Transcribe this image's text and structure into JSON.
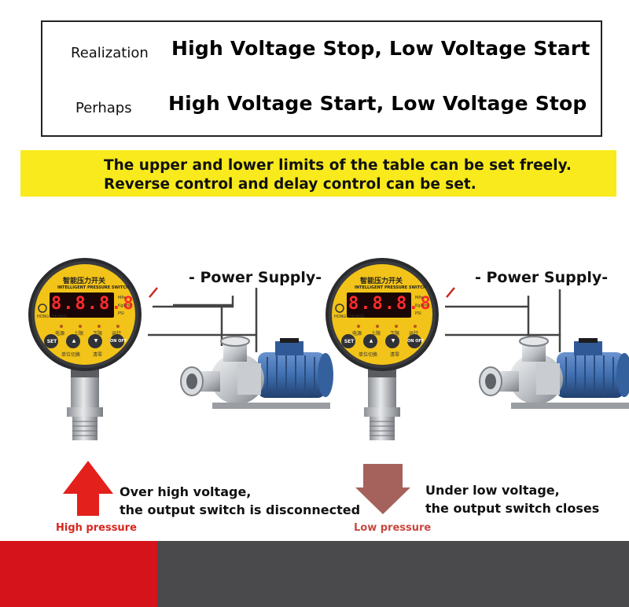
{
  "modes": [
    {
      "label": "Realization",
      "value": "High Voltage Stop, Low Voltage Start"
    },
    {
      "label": "Perhaps",
      "value": "High Voltage Start, Low Voltage Stop"
    }
  ],
  "banner": {
    "line1": "The upper and lower limits of the table can be set freely.",
    "line2": "Reverse control and delay control can be set."
  },
  "power_supply_label": "- Power Supply-",
  "gauge": {
    "title": "智能压力开关",
    "subtitle": "INTELLIGENT PRESSURE SWITCH",
    "display": "8.8.8.8",
    "units": [
      "MPa",
      "Kg/cm²",
      "PSI"
    ],
    "indicators": [
      "电源",
      "上限",
      "下限",
      "运行"
    ],
    "buttons": [
      "SET",
      "▲",
      "▼",
      "ON OFF"
    ],
    "button_labels": [
      "单位切换",
      "清零"
    ],
    "brand": "HONG CHUANG"
  },
  "left_caption": {
    "line1": "Over high voltage,",
    "line2": "the output switch is disconnected",
    "pressure": "High pressure"
  },
  "right_caption": {
    "line1": "Under low voltage,",
    "line2": "the output switch closes",
    "pressure": "Low pressure"
  },
  "colors": {
    "banner": "#f8ea1c",
    "gauge_face": "#f2c318",
    "display_digits": "#ff2b2b",
    "high_arrow": "#e3201b",
    "low_arrow": "#a5625c",
    "footer_red": "#d4131a",
    "footer_dark": "#4a4a4c",
    "motor": "#3f6fb0"
  }
}
